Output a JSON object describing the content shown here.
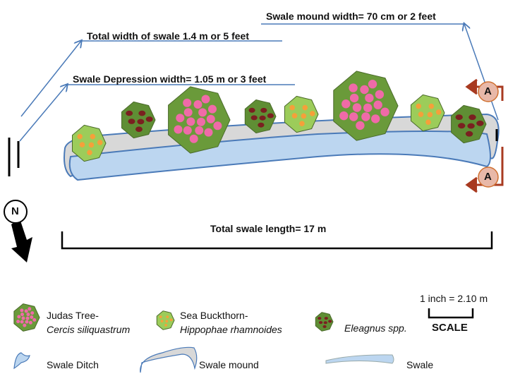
{
  "annotations": {
    "mound_width": "Swale mound width= 70 cm or 2 feet",
    "total_width": "Total width of swale 1.4 m or 5 feet",
    "depression_width": "Swale Depression width= 1.05 m or 3 feet",
    "total_length": "Total swale length= 17 m",
    "section_marker_top": "A",
    "section_marker_bottom": "A",
    "north": "N"
  },
  "legend": {
    "judas_common": "Judas Tree-",
    "judas_latin": "Cercis siliquastrum",
    "buckthorn_common": "Sea Buckthorn-",
    "buckthorn_latin": "Hippophae rhamnoides",
    "eleagnus": "Eleagnus spp.",
    "scale_text": "1 inch = 2.10 m",
    "scale_label": "SCALE",
    "ditch": "Swale Ditch",
    "mound": "Swale mound",
    "swale": "Swale"
  },
  "colors": {
    "judas_leaf": "#6a9a3a",
    "judas_flower": "#f06aa8",
    "buckthorn_leaf": "#9ccc5a",
    "buckthorn_berry": "#f5a03a",
    "eleagnus_leaf": "#5f8e34",
    "eleagnus_berry": "#7a2020",
    "ditch": "#bcd6f0",
    "mound": "#d8d8d8",
    "line": "#4a7ab8",
    "arrow": "#a83a20"
  }
}
